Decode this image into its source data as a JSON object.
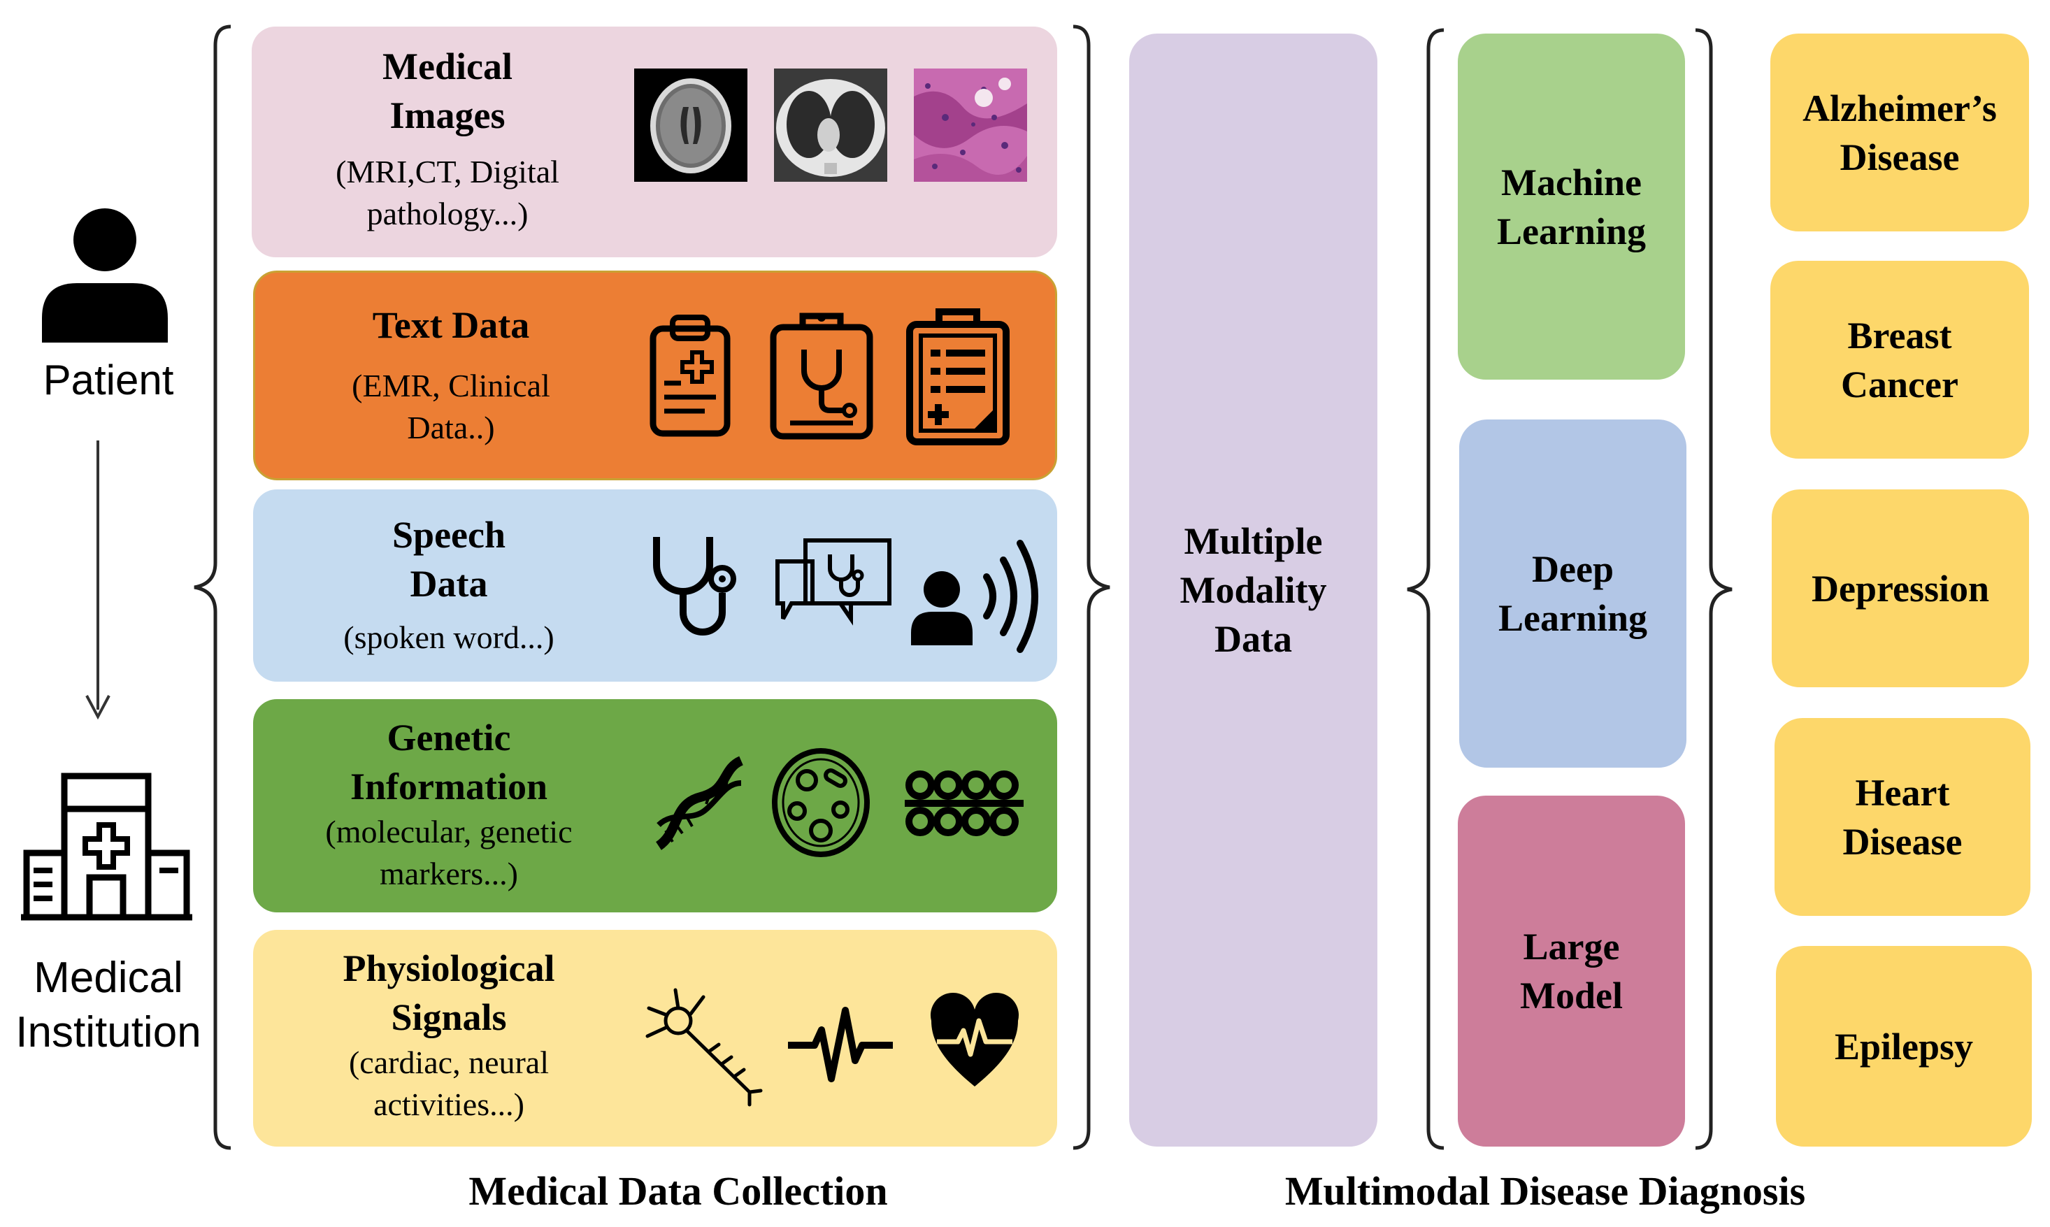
{
  "patient": {
    "label": "Patient",
    "icon": "person-icon"
  },
  "institution": {
    "label_line1": "Medical",
    "label_line2": "Institution",
    "icon": "hospital-icon"
  },
  "collection": {
    "caption": "Medical Data Collection",
    "panels": [
      {
        "title_line1": "Medical",
        "title_line2": "Images",
        "sub_line1": "(MRI,CT, Digital",
        "sub_line2": "pathology...)",
        "color": "#ecd5df"
      },
      {
        "title_line1": "Text Data",
        "sub_line1": "(EMR, Clinical",
        "sub_line2": "Data..)",
        "color": "#ec7e34"
      },
      {
        "title_line1": "Speech",
        "title_line2": "Data",
        "sub_line1": "(spoken word...)",
        "color": "#c5dbf0"
      },
      {
        "title_line1": "Genetic",
        "title_line2": "Information",
        "sub_line1": "(molecular, genetic",
        "sub_line2": "markers...)",
        "color": "#6da847"
      },
      {
        "title_line1": "Physiological",
        "title_line2": "Signals",
        "sub_line1": "(cardiac, neural",
        "sub_line2": "activities...)",
        "color": "#fde59a"
      }
    ]
  },
  "modality": {
    "line1": "Multiple",
    "line2": "Modality",
    "line3": "Data",
    "color": "#d8cde4"
  },
  "methods": [
    {
      "line1": "Machine",
      "line2": "Learning",
      "color": "#a8d18c"
    },
    {
      "line1": "Deep",
      "line2": "Learning",
      "color": "#b2c6e6"
    },
    {
      "line1": "Large",
      "line2": "Model",
      "color": "#cd7d9a"
    }
  ],
  "diseases": [
    {
      "line1": "Alzheimer’s",
      "line2": "Disease"
    },
    {
      "line1": "Breast",
      "line2": "Cancer"
    },
    {
      "line1": "Depression"
    },
    {
      "line1": "Heart",
      "line2": "Disease"
    },
    {
      "line1": "Epilepsy"
    }
  ],
  "disease_color": "#fdd76a",
  "diagnosis": {
    "caption": "Multimodal Disease Diagnosis"
  }
}
